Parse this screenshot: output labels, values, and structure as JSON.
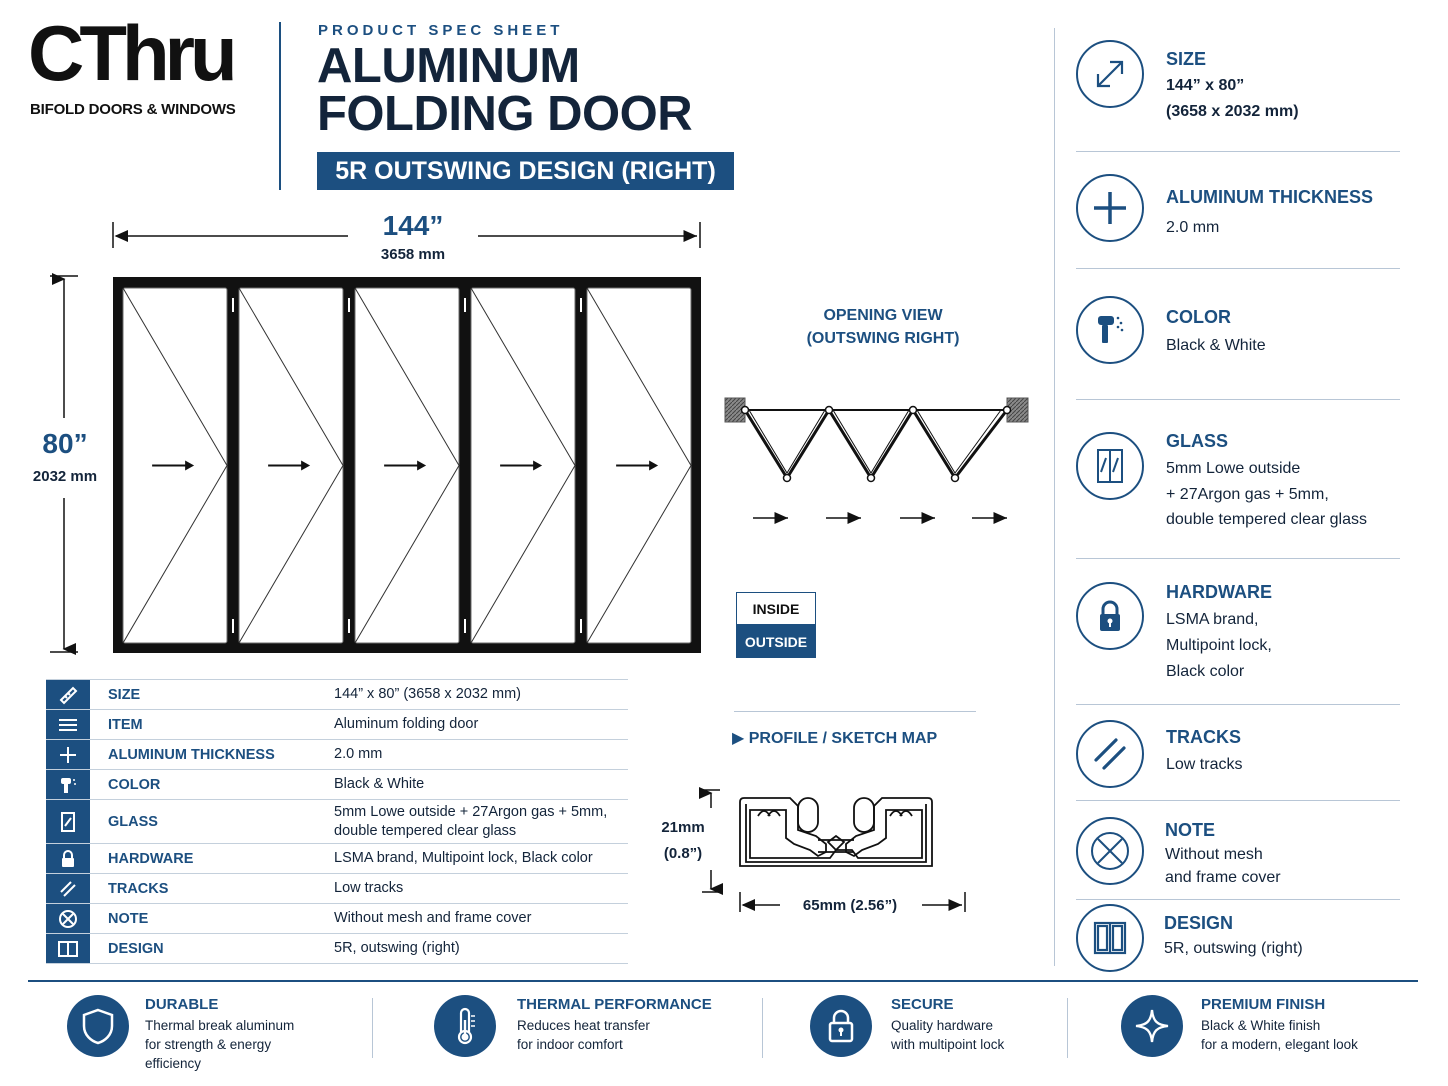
{
  "brand": {
    "logo": "CThru",
    "tagline": "BIFOLD DOORS & WINDOWS"
  },
  "header": {
    "label": "PRODUCT SPEC SHEET",
    "title_line1": "ALUMINUM",
    "title_line2": "FOLDING DOOR",
    "subtitle": "5R OUTSWING DESIGN (RIGHT)"
  },
  "drawing": {
    "width_in": "144”",
    "width_mm": "3658 mm",
    "height_in": "80”",
    "height_mm": "2032 mm",
    "panel_count": 5
  },
  "opening_view": {
    "title_line1": "OPENING VIEW",
    "title_line2": "(OUTSWING RIGHT)",
    "legend_inside": "INSIDE",
    "legend_outside": "OUTSIDE"
  },
  "profile": {
    "title": "▶ PROFILE / SKETCH MAP",
    "height_mm": "21mm",
    "height_in": "(0.8”)",
    "width": "65mm (2.56”)"
  },
  "spec_table": [
    {
      "icon": "ruler-icon",
      "label": "SIZE",
      "value": "144” x 80” (3658 x 2032 mm)"
    },
    {
      "icon": "lines-icon",
      "label": "ITEM",
      "value": "Aluminum folding door"
    },
    {
      "icon": "plus-icon",
      "label": "ALUMINUM THICKNESS",
      "value": "2.0 mm"
    },
    {
      "icon": "spray-gun-icon",
      "label": "COLOR",
      "value": "Black & White"
    },
    {
      "icon": "glass-pane-icon",
      "label": "GLASS",
      "value": "5mm Lowe outside + 27Argon gas + 5mm,",
      "value2": "double tempered clear glass"
    },
    {
      "icon": "lock-icon",
      "label": "HARDWARE",
      "value": "LSMA brand, Multipoint lock, Black color"
    },
    {
      "icon": "tracks-icon",
      "label": "TRACKS",
      "value": "Low tracks"
    },
    {
      "icon": "no-mesh-icon",
      "label": "NOTE",
      "value": "Without mesh and frame cover"
    },
    {
      "icon": "door-panels-icon",
      "label": "DESIGN",
      "value": "5R, outswing (right)"
    }
  ],
  "right_specs": {
    "size": {
      "head": "SIZE",
      "line1": "144” x 80”",
      "line2": "(3658 x 2032 mm)"
    },
    "thickness": {
      "head": "ALUMINUM THICKNESS",
      "line1": "2.0 mm"
    },
    "color": {
      "head": "COLOR",
      "line1": "Black & White"
    },
    "glass": {
      "head": "GLASS",
      "line1": "5mm Lowe outside",
      "line2": "+ 27Argon gas + 5mm,",
      "line3": "double tempered clear glass"
    },
    "hardware": {
      "head": "HARDWARE",
      "line1": "LSMA brand,",
      "line2": "Multipoint lock,",
      "line3": "Black color"
    },
    "tracks": {
      "head": "TRACKS",
      "line1": "Low tracks"
    },
    "note": {
      "head": "NOTE",
      "line1": "Without mesh",
      "line2": "and frame cover"
    },
    "design": {
      "head": "DESIGN",
      "line1": "5R, outswing (right)"
    }
  },
  "features": [
    {
      "icon": "shield-icon",
      "head": "DURABLE",
      "line1": "Thermal break aluminum",
      "line2": "for strength & energy",
      "line3": "efficiency"
    },
    {
      "icon": "thermometer-icon",
      "head": "THERMAL PERFORMANCE",
      "line1": "Reduces heat transfer",
      "line2": "for indoor comfort"
    },
    {
      "icon": "padlock-icon",
      "head": "SECURE",
      "line1": "Quality hardware",
      "line2": "with multipoint lock"
    },
    {
      "icon": "sparkle-icon",
      "head": "PREMIUM FINISH",
      "line1": "Black & White finish",
      "line2": "for a modern, elegant look"
    }
  ],
  "colors": {
    "navy": "#1c4f80",
    "frame": "#111111",
    "glass": "#ffffff"
  }
}
